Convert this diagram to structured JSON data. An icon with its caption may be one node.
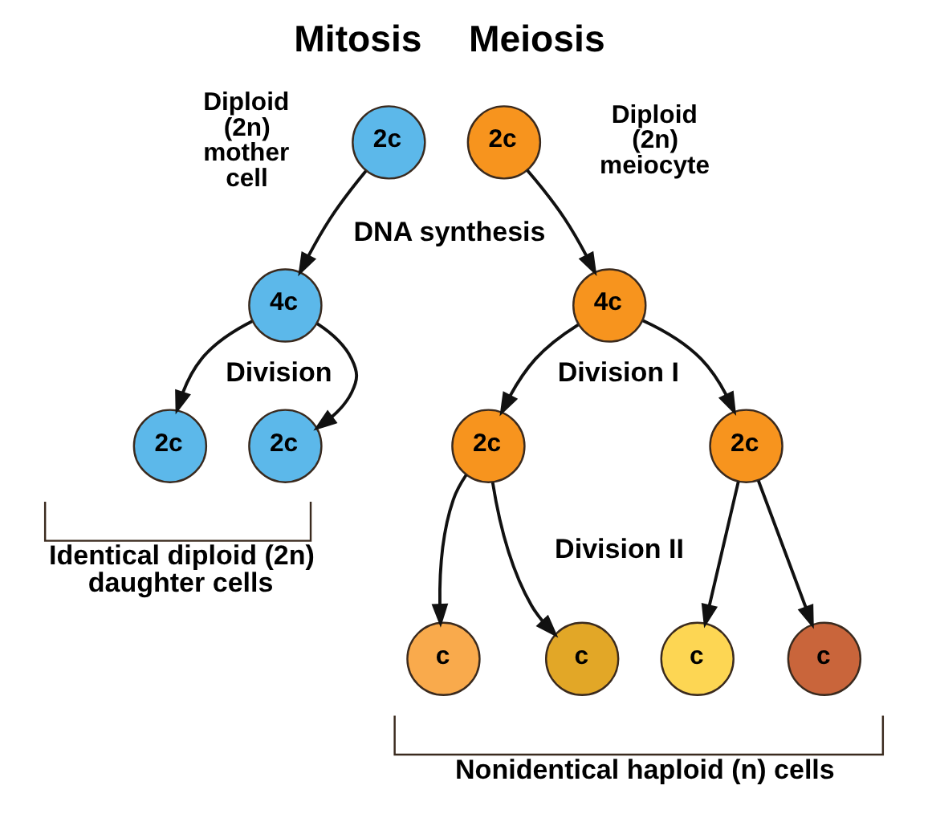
{
  "diagram": {
    "nodes": [
      {
        "text": [
          "2c"
        ],
        "beside": [
          "Diploid (2n) mother cell"
        ]
      },
      {
        "text": [
          "2c"
        ],
        "beside": [
          "Diploid (2n) meiocyte"
        ]
      },
      {
        "text": [
          "4c"
        ]
      },
      {
        "text": [
          "4c"
        ]
      },
      {
        "text": [
          "2c"
        ]
      },
      {
        "text": [
          "2c"
        ]
      },
      {
        "text": [
          "2c"
        ]
      },
      {
        "text": [
          "2c"
        ]
      },
      {
        "text": [
          "c"
        ]
      },
      {
        "text": [
          "c"
        ]
      },
      {
        "text": [
          "c"
        ]
      },
      {
        "text": [
          "c"
        ]
      }
    ],
    "edges": [
      {
        "from": 0,
        "to": 2,
        "arrow": "to"
      },
      {
        "from": 1,
        "to": 3,
        "arrow": "to"
      },
      {
        "from": 2,
        "to": 4,
        "arrow": "to"
      },
      {
        "from": 2,
        "to": 5,
        "arrow": "to"
      },
      {
        "from": 3,
        "to": 6,
        "arrow": "to"
      },
      {
        "from": 3,
        "to": 7,
        "arrow": "to"
      },
      {
        "from": 6,
        "to": 8,
        "arrow": "to"
      },
      {
        "from": 6,
        "to": 9,
        "arrow": "to"
      },
      {
        "from": 7,
        "to": 10,
        "arrow": "to"
      },
      {
        "from": 7,
        "to": 11,
        "arrow": "to"
      }
    ],
    "labels": [
      "Mitosis",
      "Meiosis",
      "DNA synthesis",
      "Division",
      "Division I",
      "Division II",
      "Identical diploid (2n) daughter cells",
      "Nonidentical haploid (n) cells"
    ]
  }
}
